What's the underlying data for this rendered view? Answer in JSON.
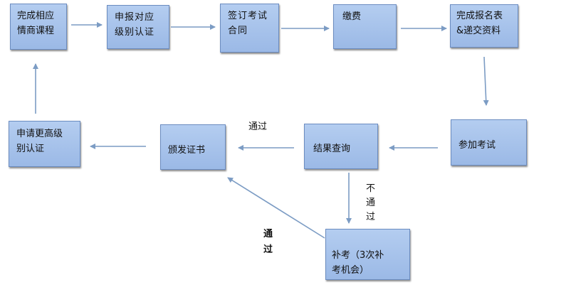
{
  "colors": {
    "box_fill": "#a8c4ec",
    "box_border": "#6b8cc0",
    "arrow": "#7c9cc4"
  },
  "steps": {
    "course": "完成相应\n情商课程",
    "apply_level": "申报对应\n级别认证",
    "sign_contract": "签订考试\n合同",
    "payment": "缴费",
    "registration": "完成报名表\n&递交资料",
    "take_exam": "参加考试",
    "check_result": "结果查询",
    "issue_certificate": "颁发证书",
    "apply_higher": "申请更高级\n别认证",
    "retake": "补考（3次补\n考机会）"
  },
  "labels": {
    "pass_top": "通过",
    "fail": "不\n通\n过",
    "pass_bottom": "通\n过"
  }
}
